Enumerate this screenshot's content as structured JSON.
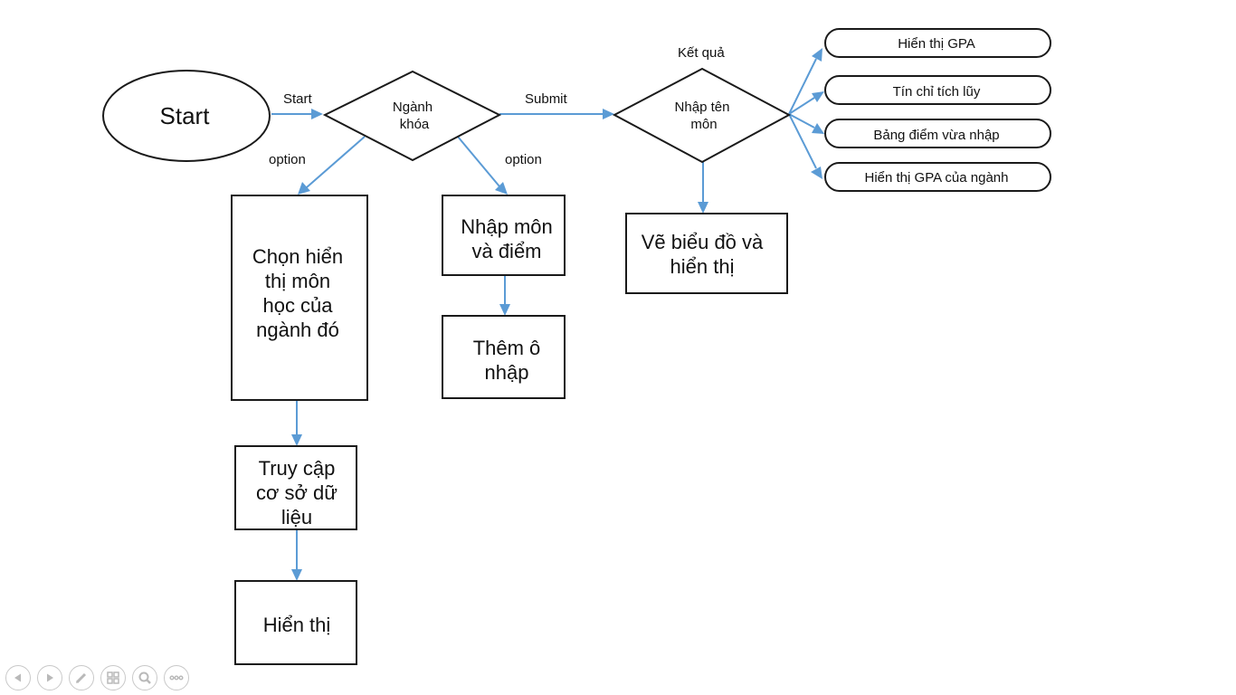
{
  "flowchart": {
    "start": "Start",
    "major_course_decision": [
      "Ngành",
      "khóa"
    ],
    "subject_name_decision": [
      "Nhập tên",
      "môn"
    ],
    "show_major_subjects_box": [
      "Chọn hiển",
      "thị môn",
      "học của",
      "ngành đó"
    ],
    "database_access_box": [
      "Truy cập",
      "cơ sở dữ",
      "liệu"
    ],
    "display_box": "Hiển thị",
    "enter_subject_score_box": [
      "Nhập môn",
      "và điểm"
    ],
    "add_input_box": [
      "Thêm ô",
      "nhập"
    ],
    "draw_chart_box": [
      "Vẽ biểu đồ và",
      "hiển thị"
    ],
    "result_items": [
      "Hiển thị GPA",
      "Tín chỉ tích lũy",
      "Bảng điểm vừa nhập",
      "Hiển thị GPA của ngành"
    ]
  },
  "edge_labels": {
    "start": "Start",
    "submit": "Submit",
    "option_left": "option",
    "option_right": "option",
    "result": "Kết quả"
  },
  "colors": {
    "connector": "#5b9bd5",
    "outline": "#1a1a1a",
    "control_icon": "#b9b9b9"
  },
  "controls": [
    "previous-icon",
    "next-icon",
    "pen-icon",
    "slides-grid-icon",
    "zoom-icon",
    "more-options-icon"
  ]
}
